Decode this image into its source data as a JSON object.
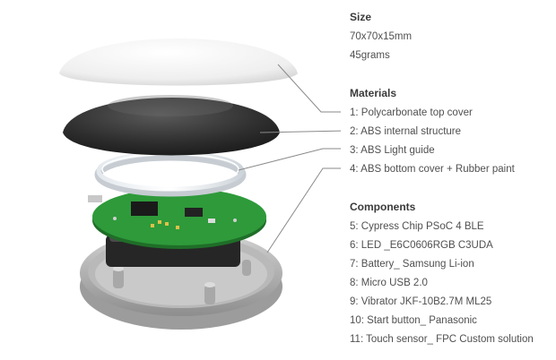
{
  "size": {
    "heading": "Size",
    "lines": [
      "70x70x15mm",
      "45grams"
    ]
  },
  "materials": {
    "heading": "Materials",
    "items": [
      "1: Polycarbonate top cover",
      "2: ABS internal structure",
      "3: ABS Light guide",
      "4: ABS bottom cover + Rubber paint"
    ]
  },
  "components": {
    "heading": "Components",
    "items": [
      "5: Cypress Chip PSoC 4 BLE",
      "6: LED _E6C0606RGB C3UDA",
      "7: Battery_ Samsung Li-ion",
      "8: Micro USB  2.0",
      "9: Vibrator JKF-10B2.7M ML25",
      "10: Start button_ Panasonic",
      "11: Touch sensor_ FPC Custom solution"
    ]
  },
  "colors": {
    "text": "#505050",
    "heading": "#3a3a3a",
    "leader": "#8a8a8a",
    "pcb": "#2e9a3a",
    "top_cover": "#f2f2f2",
    "internal_structure": "#2b2b2b",
    "bottom_cover": "#bdbdbd"
  }
}
